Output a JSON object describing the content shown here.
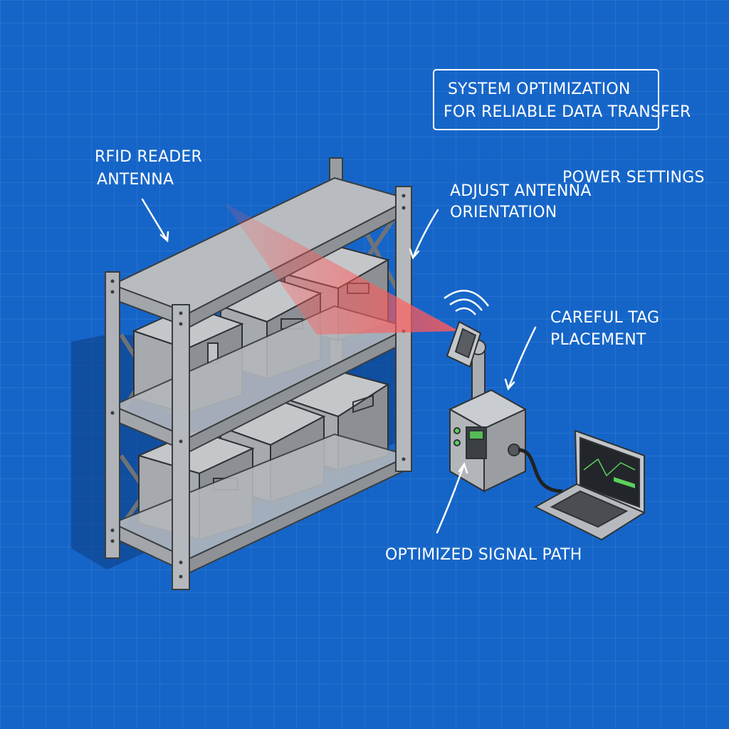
{
  "title": {
    "line1": "SYSTEM OPTIMIZATION",
    "line2": "FOR RELIABLE DATA TRANSFER"
  },
  "callouts": {
    "rfid_reader_antenna": {
      "line1": "RFID READER",
      "line2": "ANTENNA"
    },
    "adjust_antenna_orientation": {
      "line1": "ADJUST ANTENNA",
      "line2": "ORIENTATION"
    },
    "power_settings": "POWER SETTINGS",
    "careful_tag_placement": {
      "line1": "CAREFUL TAG",
      "line2": "PLACEMENT"
    },
    "optimized_signal_path": "OPTIMIZED SIGNAL PATH"
  },
  "icons": [
    "shelving-unit-illustration",
    "storage-box-icon",
    "rfid-antenna-icon",
    "rfid-reader-unit-icon",
    "laptop-icon",
    "wireless-waves-icon"
  ],
  "colors": {
    "background": "#1565c8",
    "beam": "#ff5a5a",
    "metal": "#aeb2b6",
    "box": "#9ea2a6",
    "indicator_green": "#5bd15b",
    "label_text": "#ffffff"
  }
}
